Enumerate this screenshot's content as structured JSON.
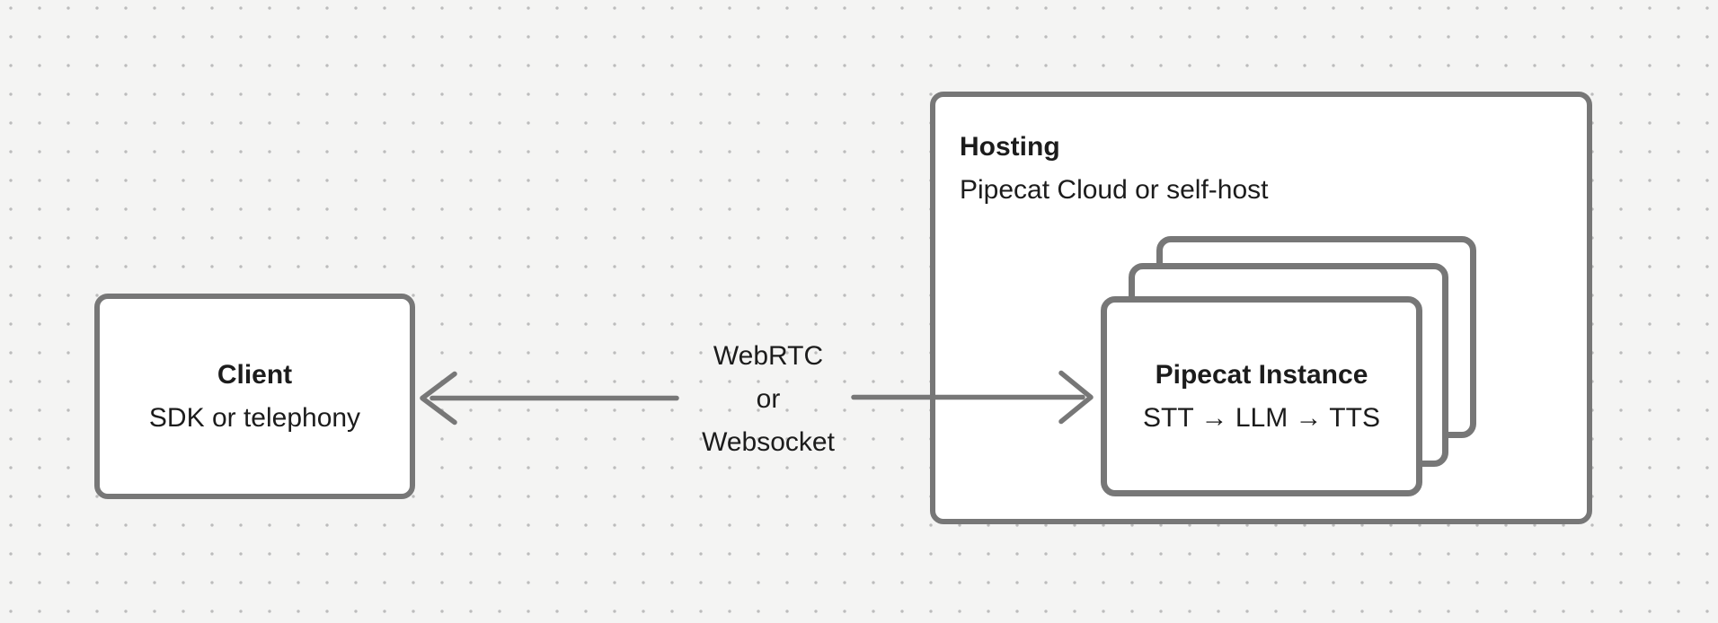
{
  "diagram": {
    "client": {
      "title": "Client",
      "subtitle": "SDK or telephony"
    },
    "hosting": {
      "title": "Hosting",
      "subtitle": "Pipecat Cloud or self-host"
    },
    "instance": {
      "title": "Pipecat Instance",
      "subtitle": "STT → LLM → TTS",
      "stack_count": 3
    },
    "link_label": {
      "line1": "WebRTC",
      "line2": "or",
      "line3": "Websocket"
    },
    "colors": {
      "background": "#f4f4f3",
      "dot": "#bcbcbc",
      "stroke": "#777777",
      "box_fill": "#ffffff",
      "text": "#1c1c1c"
    }
  }
}
